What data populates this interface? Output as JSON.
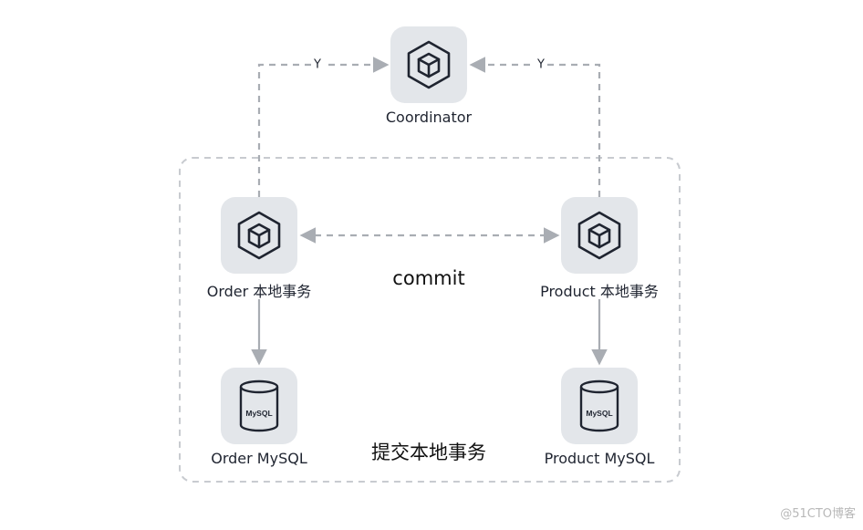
{
  "nodes": {
    "coordinator": {
      "label": "Coordinator",
      "icon": "cube-icon"
    },
    "order_tx": {
      "label": "Order 本地事务",
      "icon": "cube-icon"
    },
    "product_tx": {
      "label": "Product 本地事务",
      "icon": "cube-icon"
    },
    "order_db": {
      "label": "Order MySQL",
      "icon": "database-icon",
      "badge": "MySQL"
    },
    "product_db": {
      "label": "Product MySQL",
      "icon": "database-icon",
      "badge": "MySQL"
    }
  },
  "edges": {
    "order_to_coordinator": {
      "label": "Y"
    },
    "product_to_coordinator": {
      "label": "Y"
    },
    "commit": {
      "label": "commit"
    }
  },
  "group": {
    "label": "提交本地事务"
  },
  "watermark": "@51CTO博客",
  "colors": {
    "node_bg": "#e3e6ea",
    "icon_stroke": "#1f2430",
    "edge": "#a9adb3",
    "group_border": "#c8cbd0"
  }
}
